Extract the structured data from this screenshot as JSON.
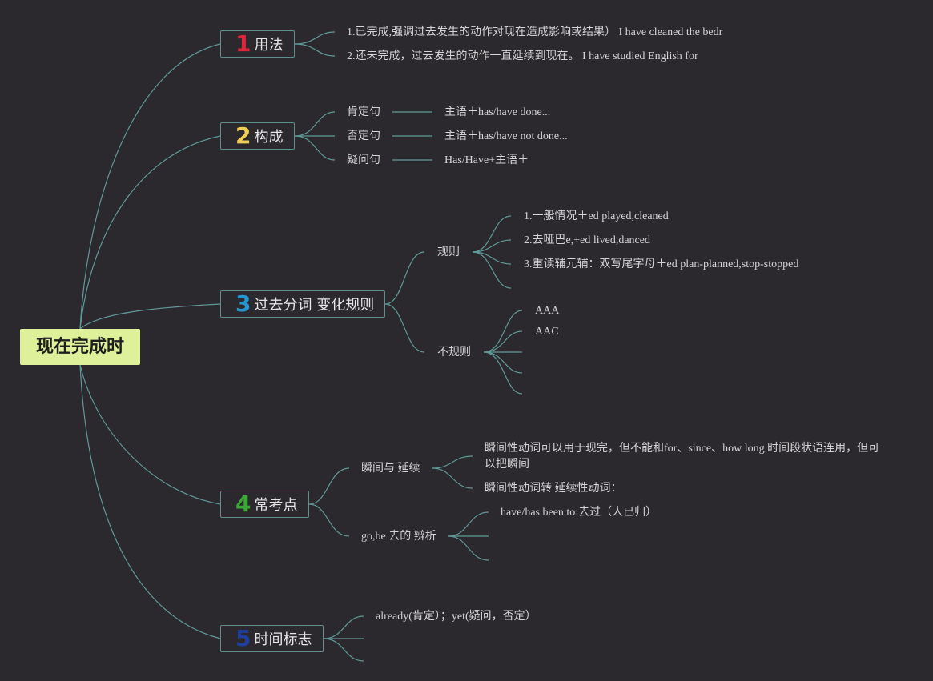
{
  "root": {
    "label": "现在完成时",
    "color": "#dff09a"
  },
  "nodes": {
    "n1": {
      "num": "1",
      "num_color": "#e0243a",
      "label": "用法",
      "items": [
        "1.已完成,强调过去发生的动作对现在造成影响或结果） I have cleaned the bedr",
        "2.还未完成，过去发生的动作一直延续到现在。 I have studied English for"
      ]
    },
    "n2": {
      "num": "2",
      "num_color": "#f0cf52",
      "label": "构成",
      "rows": [
        {
          "type": "肯定句",
          "form": "主语＋has/have done..."
        },
        {
          "type": "否定句",
          "form": "主语＋has/have not done..."
        },
        {
          "type": "疑问句",
          "form": "Has/Have+主语＋"
        }
      ]
    },
    "n3": {
      "num": "3",
      "num_color": "#2596d4",
      "label": "过去分词 变化规则",
      "regular": {
        "label": "规则",
        "items": [
          "1.一般情况＋ed played,cleaned",
          "2.去哑巴e,+ed lived,danced",
          "3.重读辅元辅：双写尾字母＋ed plan-planned,stop-stopped"
        ]
      },
      "irregular": {
        "label": "不规则",
        "items": [
          "AAA",
          "AAC"
        ]
      }
    },
    "n4": {
      "num": "4",
      "num_color": "#3aaa35",
      "label": "常考点",
      "a": {
        "label": "瞬间与 延续",
        "items": [
          "瞬间性动词可以用于现完，但不能和for、since、how long 时间段状语连用，但可以把瞬间",
          "瞬间性动词转 延续性动词："
        ]
      },
      "b": {
        "label": "go,be 去的 辨析",
        "items": [
          "have/has been to:去过（人已归）"
        ]
      }
    },
    "n5": {
      "num": "5",
      "num_color": "#1f3fa0",
      "label": "时间标志",
      "items": [
        "already(肯定）；yet(疑问，否定）"
      ]
    }
  }
}
